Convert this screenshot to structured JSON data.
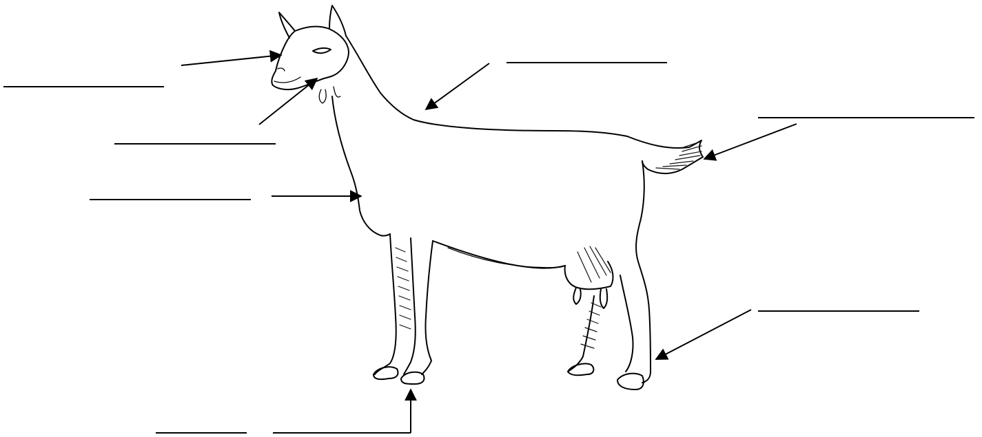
{
  "worksheet": {
    "labels": [
      {
        "id": "ear",
        "text": ""
      },
      {
        "id": "mouth",
        "text": ""
      },
      {
        "id": "neck",
        "text": ""
      },
      {
        "id": "tail",
        "text": ""
      },
      {
        "id": "chest",
        "text": ""
      },
      {
        "id": "hind-leg",
        "text": ""
      },
      {
        "id": "hoof-left",
        "text": ""
      },
      {
        "id": "hoof-right",
        "text": ""
      }
    ]
  },
  "colors": {
    "ink": "#000000",
    "background": "#ffffff"
  }
}
